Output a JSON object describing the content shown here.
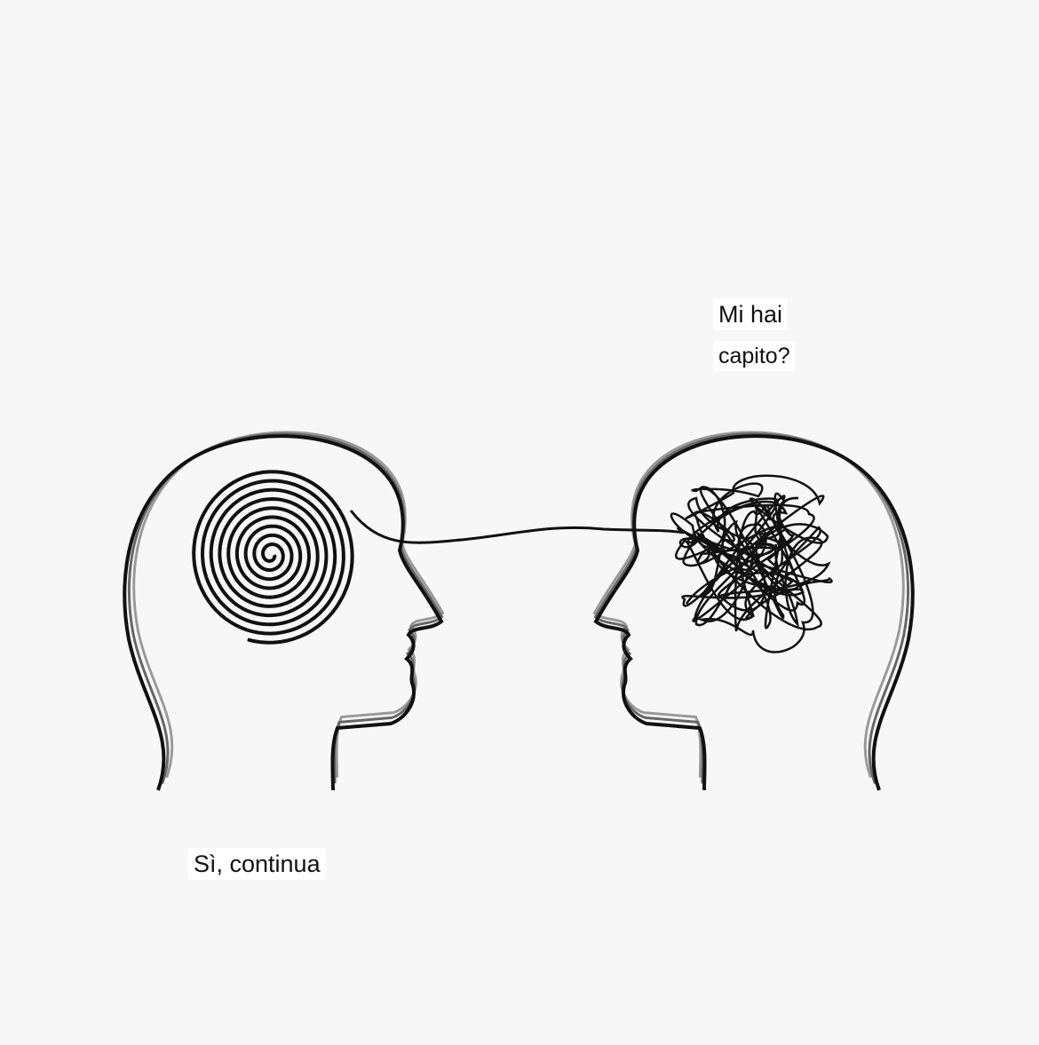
{
  "speech": {
    "right_person_line1": "Mi hai",
    "right_person_line2": "capito?",
    "left_person": "Sì, continua"
  },
  "colors": {
    "ink": "#111111",
    "gray": "#8a8a8a",
    "background": "#f7f7f7"
  }
}
